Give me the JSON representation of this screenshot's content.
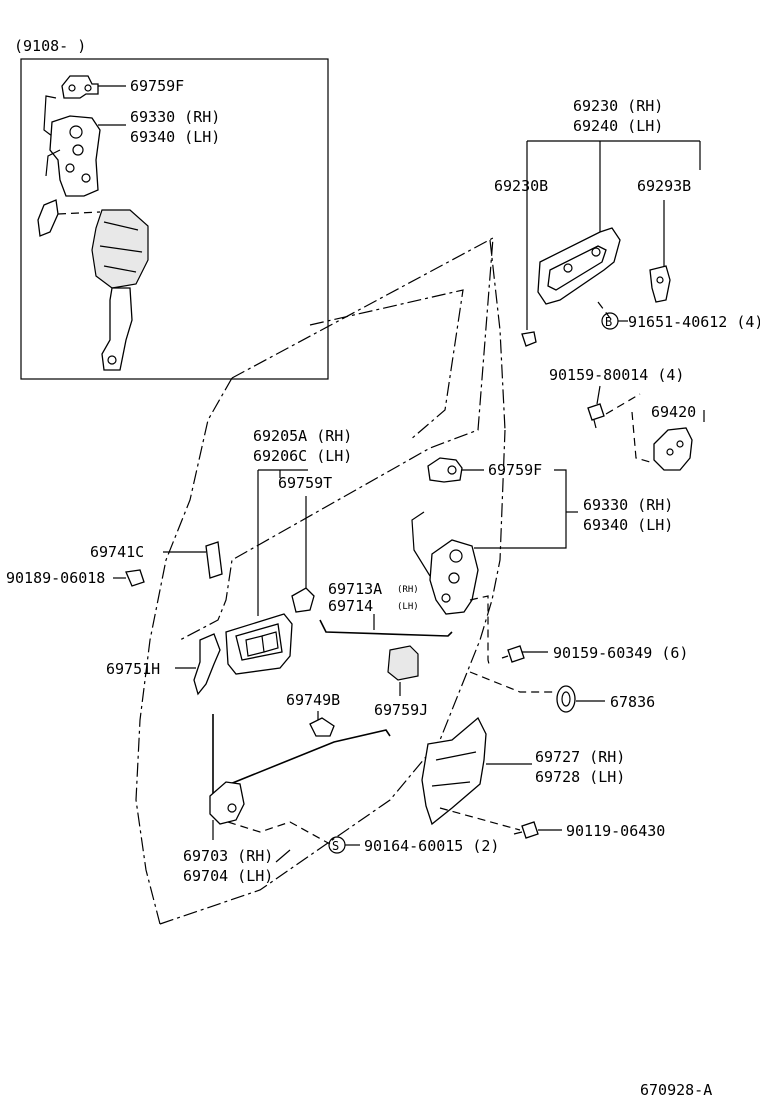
{
  "inset": {
    "date_range": "(9108-      )"
  },
  "labels": {
    "inset_69759F": "69759F",
    "inset_69330": "69330 (RH)",
    "inset_69340": "69340 (LH)",
    "p69230": "69230 (RH)",
    "p69240": "69240 (LH)",
    "p69230B": "69230B",
    "p69293B": "69293B",
    "p91651": "91651-40612 (4)",
    "p91651_marker": "B",
    "p90159_80014": "90159-80014 (4)",
    "p69420": "69420",
    "p69205A": "69205A (RH)",
    "p69206C": "69206C (LH)",
    "p69759T": "69759T",
    "p69759F": "69759F",
    "p69330": "69330 (RH)",
    "p69340": "69340 (LH)",
    "p69741C": "69741C",
    "p90189": "90189-06018",
    "p69713A": "69713A",
    "p69713A_side": "(RH)",
    "p69714": "69714",
    "p69714_side": "(LH)",
    "p90159_60349": "90159-60349 (6)",
    "p69751H": "69751H",
    "p67836": "67836",
    "p69749B": "69749B",
    "p69759J": "69759J",
    "p69727": "69727 (RH)",
    "p69728": "69728 (LH)",
    "p69703": "69703 (RH)",
    "p69704": "69704 (LH)",
    "p90164": "90164-60015 (2)",
    "p90164_marker": "S",
    "p90119": "90119-06430",
    "drawing_no": "670928-A"
  }
}
